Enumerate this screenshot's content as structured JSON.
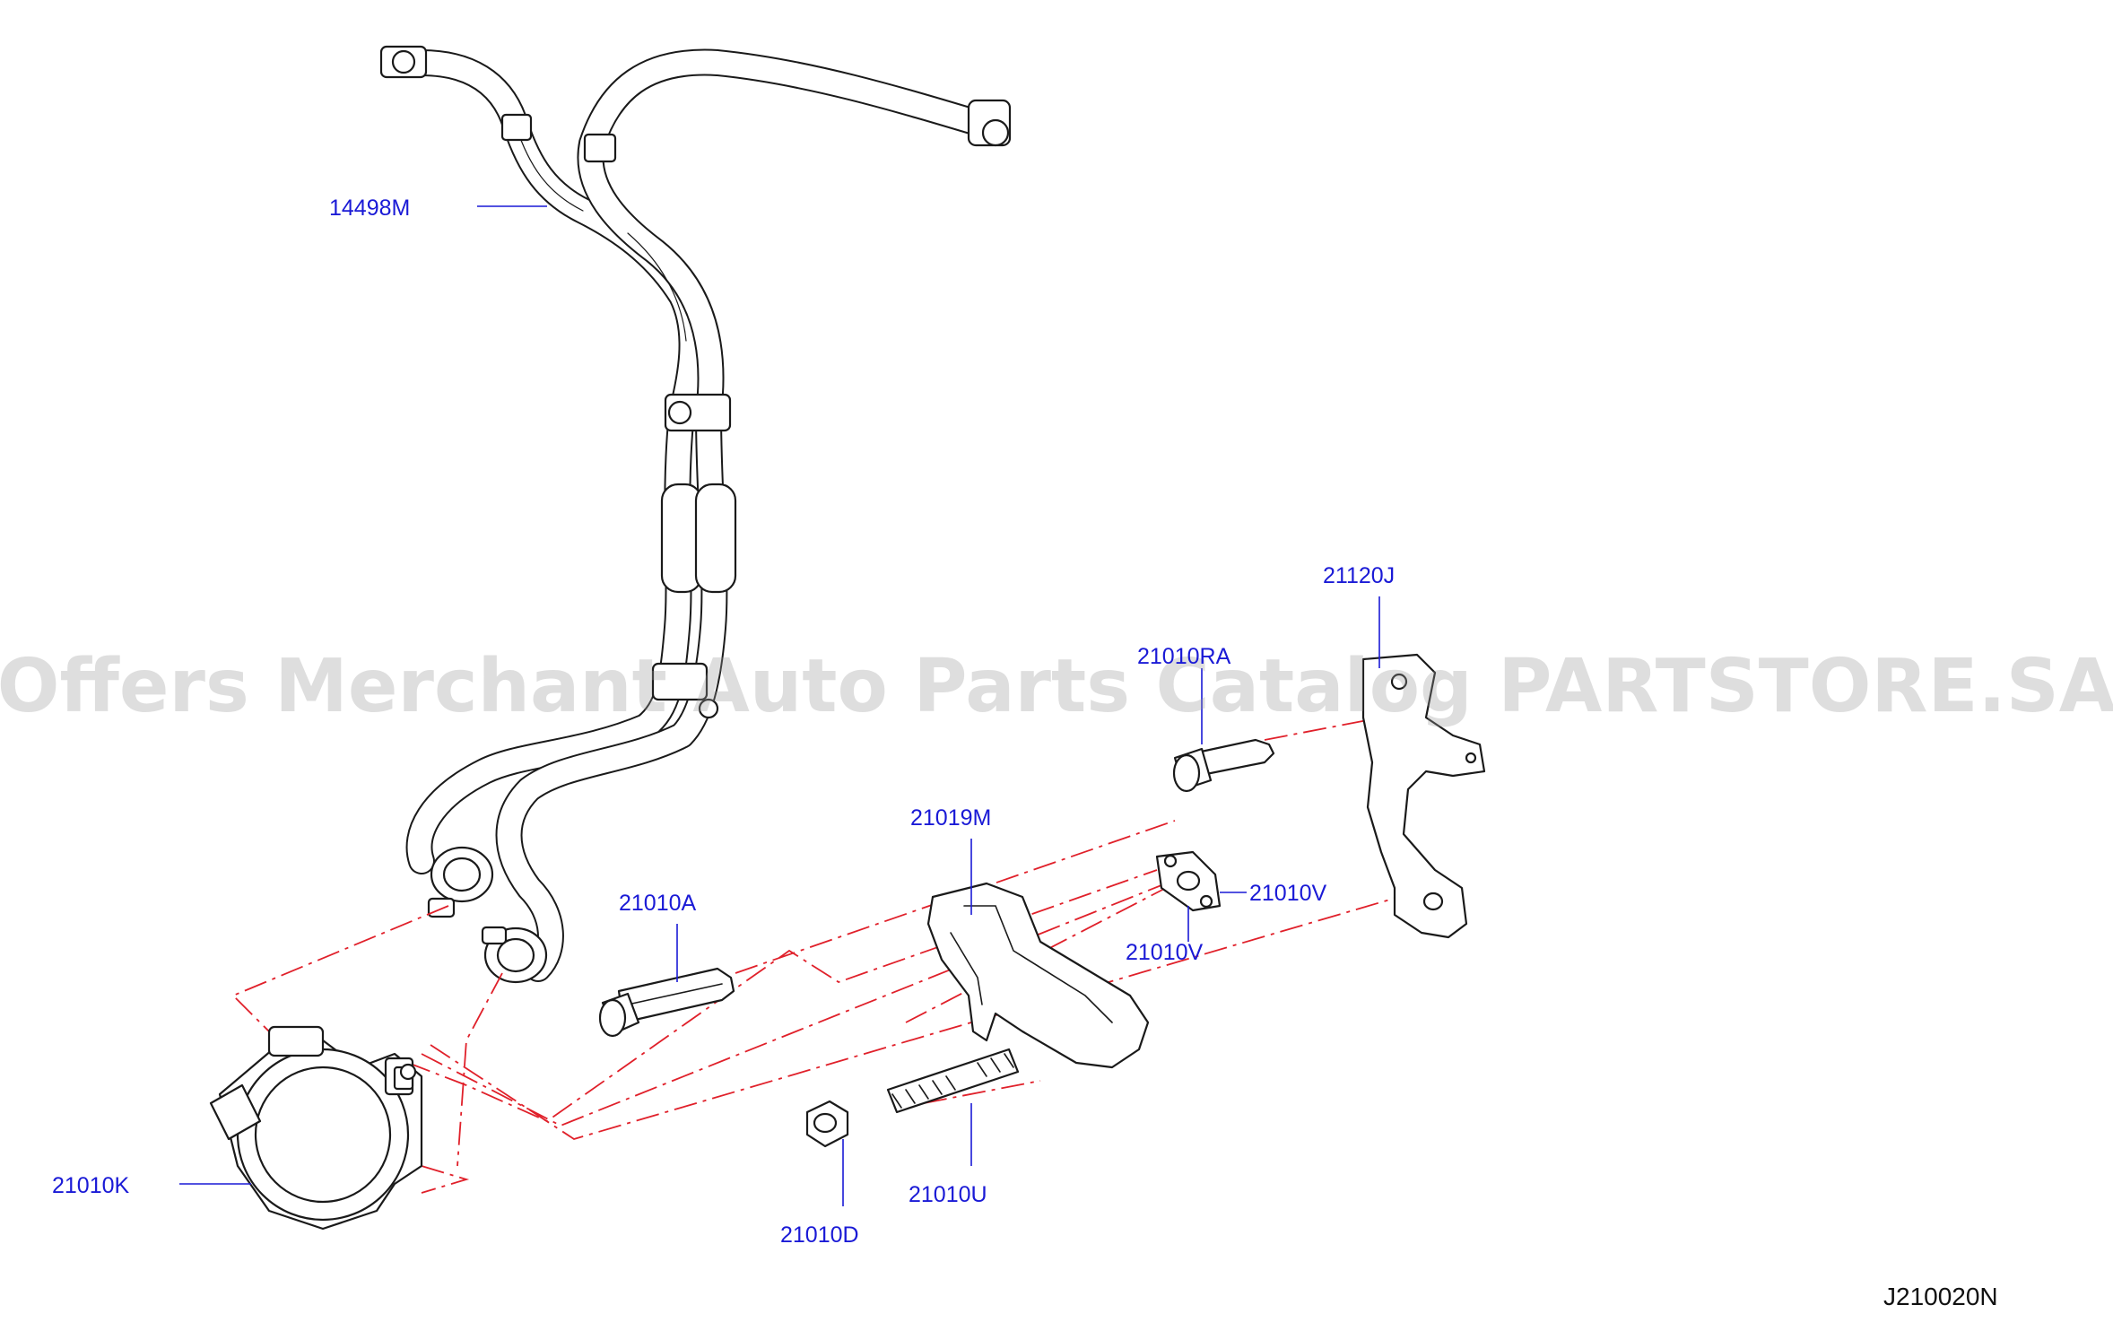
{
  "diagram": {
    "code": "J210020N",
    "watermark": "Offers Merchant Auto Parts Catalog PARTSTORE.SA",
    "colors": {
      "label": "#1a1ad6",
      "center_line": "#e0202a",
      "outline": "#1a1a1a"
    },
    "parts": {
      "hose": "14498M",
      "bracket": "21120J",
      "bolt_ra": "21010RA",
      "heat_shield": "21019M",
      "bolt_a": "21010A",
      "gasket_1": "21010V",
      "gasket_2": "21010V",
      "pump": "21010K",
      "nut": "21010D",
      "stud": "21010U"
    }
  }
}
